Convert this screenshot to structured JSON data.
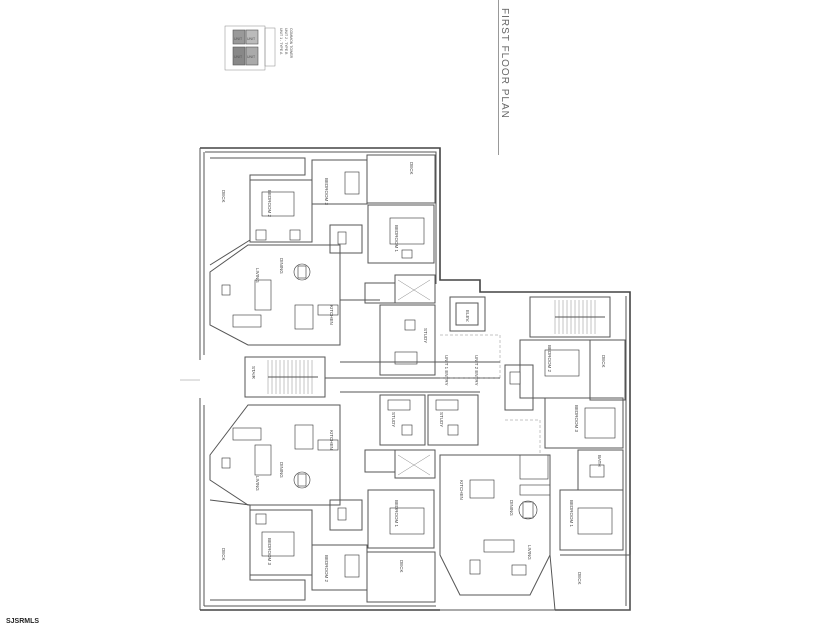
{
  "title": "FIRST FLOOR PLAN",
  "credit": "SJSRMLS",
  "key_legend": {
    "labels": [
      "UNIT",
      "UNIT",
      "UNIT",
      "UNIT"
    ],
    "notes": [
      "UNIT 1 - TYPE A",
      "UNIT 2 - TYPE B",
      "COMMON TOWER"
    ]
  },
  "rooms": {
    "deck_nw": "DECK",
    "deck_ne": "DECK",
    "deck_sw": "DECK",
    "deck_e": "DECK",
    "deck_se": "DECK",
    "deck_s": "DECK",
    "bedroom_1a": "BEDROOM 1",
    "bedroom_2a": "BEDROOM 2",
    "bedroom_3a": "BEDROOM 3",
    "living_a": "LIVING",
    "dining_a": "DINING",
    "kitchen_a": "KITCHEN",
    "stair_w": "STAIR",
    "elev": "ELEV.",
    "study_n": "STUDY",
    "study_s1": "STUDY",
    "study_s2": "STUDY",
    "unit_entry_1": "UNIT 1 ENTRY",
    "unit_entry_2": "UNIT 2 ENTRY",
    "bedroom_1b": "BEDROOM 1",
    "bedroom_2b": "BEDROOM 2",
    "bedroom_3b": "BEDROOM 3",
    "living_b": "LIVING",
    "dining_b": "DINING",
    "kitchen_b": "KITCHEN",
    "bedroom_1c": "BEDROOM 1",
    "bedroom_2c": "BEDROOM 2",
    "bedroom_3c": "BEDROOM 3",
    "living_c": "LIVING",
    "dining_c": "DINING",
    "kitchen_c": "KITCHEN",
    "bath": "BATH"
  }
}
